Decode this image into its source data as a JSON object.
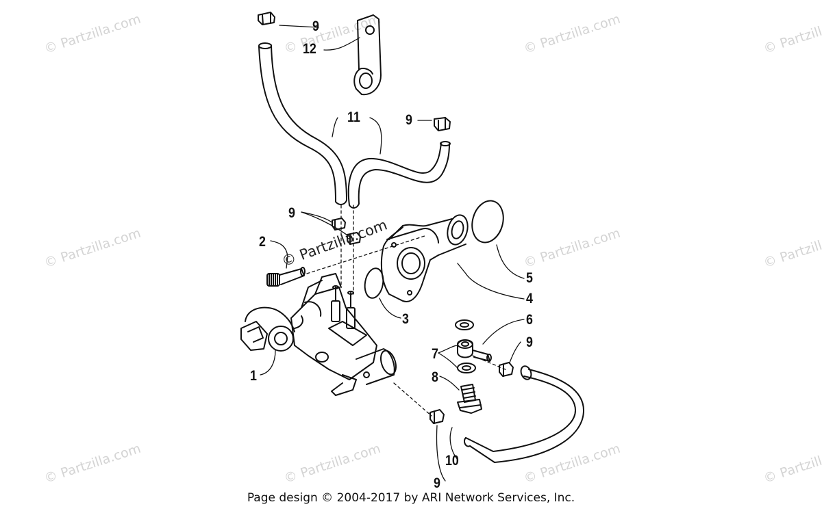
{
  "watermark": {
    "text": "© Partzilla.com",
    "center_text": "© Partzilla.com"
  },
  "callouts": {
    "c1": "1",
    "c2": "2",
    "c3": "3",
    "c4": "4",
    "c5": "5",
    "c6": "6",
    "c7": "7",
    "c8": "8",
    "c9a": "9",
    "c9b": "9",
    "c9c": "9",
    "c9d": "9",
    "c9e": "9",
    "c10": "10",
    "c11": "11",
    "c12": "12"
  },
  "footer": {
    "text": "Page design © 2004-2017 by ARI Network Services, Inc."
  },
  "colors": {
    "line": "#111111",
    "watermark": "#d4d4d4",
    "background": "#ffffff"
  }
}
